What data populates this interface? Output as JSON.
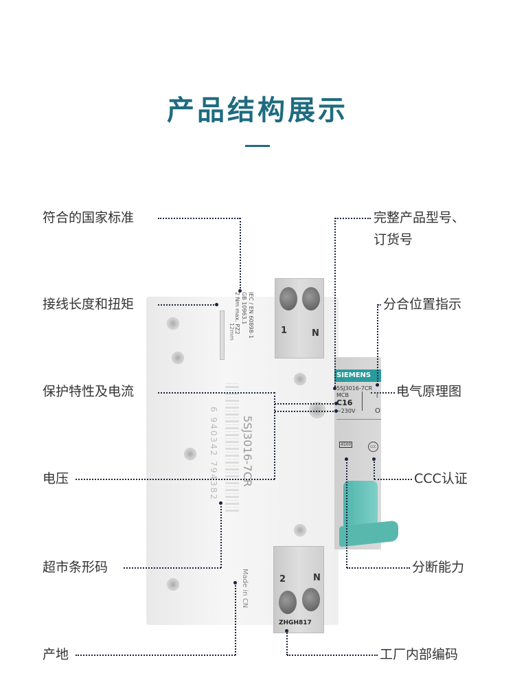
{
  "title": "产品结构展示",
  "left_labels": [
    "符合的国家标准",
    "接线长度和扭矩",
    "保护特性及电流",
    "电压",
    "超市条形码",
    "产地"
  ],
  "right_labels": [
    "完整产品型号、",
    "订货号",
    "分合位置指示",
    "电气原理图",
    "CCC认证",
    "分断能力",
    "工厂内部编码"
  ],
  "device": {
    "standards": [
      "IEC / EN 60898-1",
      "GB 10963.1",
      "2 Nm max. PZ2"
    ],
    "wire_length": "12mm",
    "terminal_top": [
      "1",
      "N"
    ],
    "terminal_bottom": [
      "2",
      "N"
    ],
    "brand": "SIEMENS",
    "model": "5SJ3016-7CR",
    "type": "MCB",
    "rating": "C16",
    "voltage": "~230V",
    "breaking_capacity": "4500",
    "ccc": "CCC",
    "side_model": "5SJ3016-7CR",
    "barcode_number": "6 940342 794382",
    "origin": "Made in CN",
    "factory_code": "ZHGH817",
    "switch_on": "I",
    "switch_off": "O"
  },
  "colors": {
    "title": "#1f6b80",
    "accent": "#2a9a9a",
    "leader": "#1a2340"
  }
}
